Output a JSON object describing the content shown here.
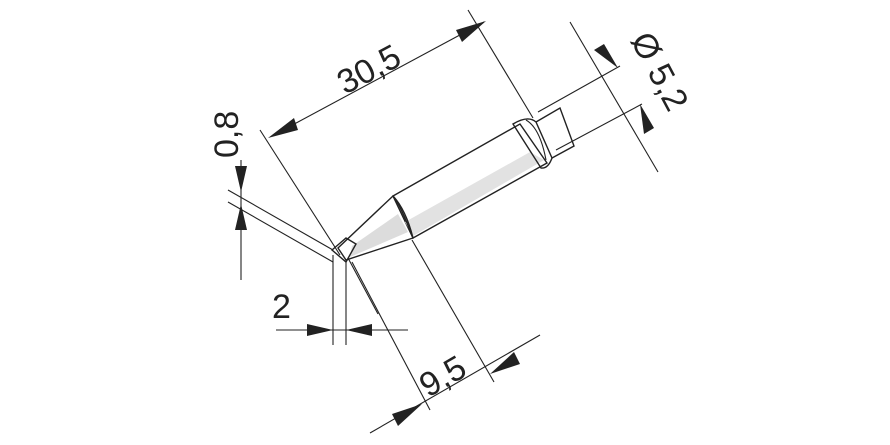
{
  "diagram": {
    "subject": "soldering tip dimension drawing",
    "dimensions": {
      "length_total": "30,5",
      "diameter": "Ø 5,2",
      "tip_thickness": "0,8",
      "tip_width": "2",
      "taper_length": "9,5"
    }
  },
  "colors": {
    "line": "#222222",
    "tip_fill": "#f4f4f4",
    "shade": "#dedede"
  }
}
